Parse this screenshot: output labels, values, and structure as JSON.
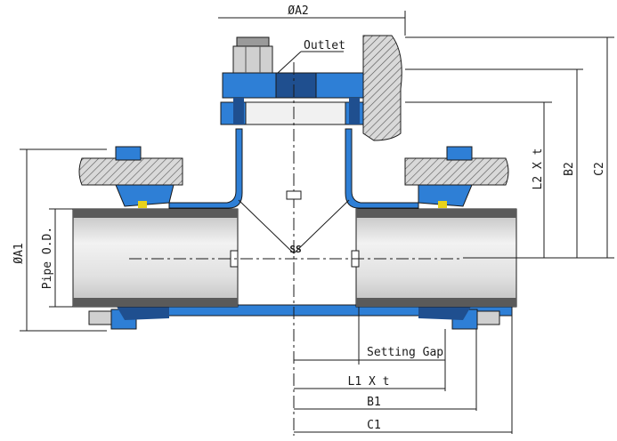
{
  "diagram": {
    "labels": {
      "phi_a2": "ØA2",
      "outlet": "Outlet",
      "l2xt": "L2 X t",
      "b2": "B2",
      "c2": "C2",
      "phi_a1": "ØA1",
      "pipe_od": "Pipe O.D.",
      "ss": "SS",
      "setting_gap": "Setting Gap",
      "l1xt": "L1 X t",
      "b1": "B1",
      "c1": "C1"
    },
    "colors": {
      "body_blue": "#2e7fd6",
      "dark_blue": "#1f4f8f",
      "pipe_gray": "#d8d8d8",
      "pipe_dark": "#5a5a5a",
      "bolt_gray": "#c8c8c8",
      "gasket_yellow": "#e8d21a",
      "line": "#1a1a1a"
    }
  }
}
